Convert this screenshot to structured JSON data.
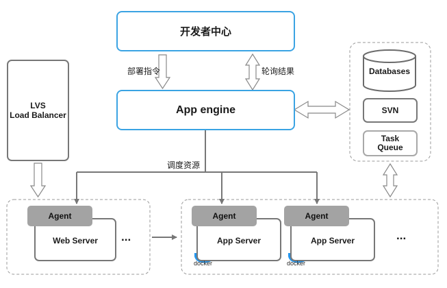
{
  "nodes": {
    "dev_center": "开发者中心",
    "app_engine": "App engine",
    "lvs": "LVS\nLoad Balancer",
    "databases": "Databases",
    "svn": "SVN",
    "task_queue": "Task\nQueue",
    "agent_1": "Agent",
    "agent_2": "Agent",
    "agent_3": "Agent",
    "web_server": "Web Server",
    "app_server_1": "App Server",
    "app_server_2": "App Server",
    "ellipsis_1": "...",
    "ellipsis_2": "...",
    "docker_1": "docker",
    "docker_2": "docker"
  },
  "edges": {
    "deploy": "部署指令",
    "poll": "轮询结果",
    "schedule": "调度资源"
  },
  "colors": {
    "primary_border": "#3aa3e3",
    "agent_fill": "#a3a3a3",
    "docker_blue": "#2496ed"
  }
}
